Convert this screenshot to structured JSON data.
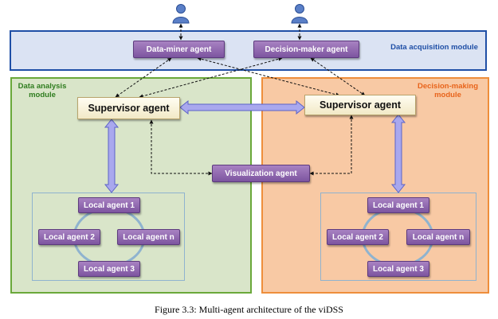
{
  "modules": {
    "acquisition": "Data acquisition module",
    "analysis": "Data analysis module",
    "decision": "Decision-making module"
  },
  "agents": {
    "data_miner": "Data-miner agent",
    "decision_maker": "Decision-maker agent",
    "supervisor_left": "Supervisor agent",
    "supervisor_right": "Supervisor agent",
    "visualization": "Visualization agent",
    "left_locals": [
      "Local agent 1",
      "Local agent 2",
      "Local agent n",
      "Local agent 3"
    ],
    "right_locals": [
      "Local agent 1",
      "Local agent 2",
      "Local agent n",
      "Local agent 3"
    ]
  },
  "caption": "Figure 3.3: Multi-agent architecture of the viDSS",
  "icons": [
    "user-icon",
    "user-icon"
  ],
  "colors": {
    "acquisition_border": "#1f4fa6",
    "analysis_border": "#6aa83a",
    "decision_border": "#ee8e3b",
    "agent_purple": "#8a62ad",
    "bidir_arrow": "#a9a8ee"
  }
}
